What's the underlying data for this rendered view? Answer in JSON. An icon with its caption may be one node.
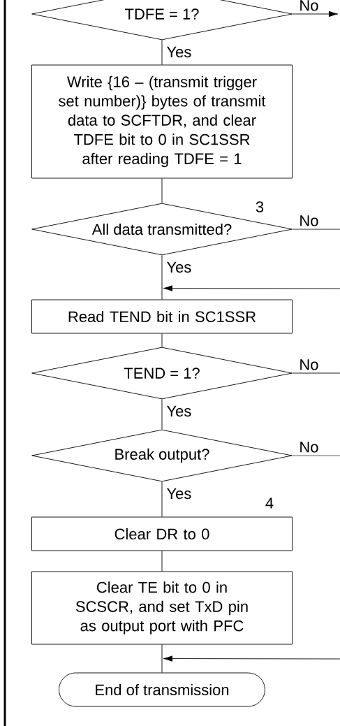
{
  "diagram": {
    "nodes": [
      {
        "text": [
          "TDFE = 1?"
        ]
      },
      {
        "text": [
          "Write {16 – (transmit trigger set number)} bytes of transmit data to SCFTDR, and clear TDFE bit to 0 in SC1SSR after reading TDFE = 1"
        ]
      },
      {
        "text": [
          "All data transmitted?"
        ]
      },
      {
        "text": [
          "Read TEND bit in SC1SSR"
        ]
      },
      {
        "text": [
          "TEND = 1?"
        ]
      },
      {
        "text": [
          "Break output?"
        ]
      },
      {
        "text": [
          "Clear DR to 0"
        ]
      },
      {
        "text": [
          "Clear TE bit to 0 in SCSCR, and set TxD pin as output port with PFC"
        ]
      },
      {
        "text": [
          "End of transmission"
        ]
      }
    ],
    "edges": [
      {
        "from": 0,
        "to": 1,
        "arrow": "none",
        "label": "Yes"
      },
      {
        "from": 0,
        "to": null,
        "arrow": "to",
        "label": "No"
      },
      {
        "from": 1,
        "to": 2,
        "arrow": "none"
      },
      {
        "from": 2,
        "to": 3,
        "arrow": "none",
        "label": "Yes"
      },
      {
        "from": 2,
        "to": null,
        "arrow": "none",
        "label": "No"
      },
      {
        "from": null,
        "to": 3,
        "arrow": "to"
      },
      {
        "from": 3,
        "to": 4,
        "arrow": "none"
      },
      {
        "from": 4,
        "to": 5,
        "arrow": "none",
        "label": "Yes"
      },
      {
        "from": 4,
        "to": null,
        "arrow": "none",
        "label": "No"
      },
      {
        "from": 5,
        "to": 6,
        "arrow": "none",
        "label": "Yes"
      },
      {
        "from": 5,
        "to": null,
        "arrow": "none",
        "label": "No"
      },
      {
        "from": 6,
        "to": 7,
        "arrow": "none"
      },
      {
        "from": 7,
        "to": 8,
        "arrow": "none"
      },
      {
        "from": null,
        "to": 8,
        "arrow": "to"
      }
    ],
    "labels": [
      "3",
      "4"
    ]
  }
}
